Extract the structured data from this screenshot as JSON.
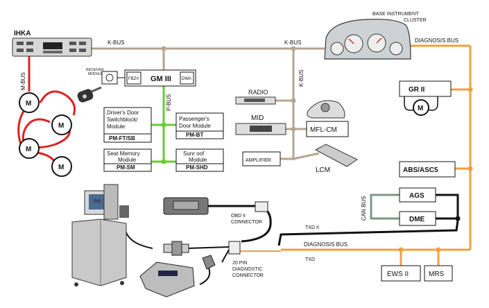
{
  "colors": {
    "kbus": "#b5a58f",
    "diagnosis": "#f0a040",
    "pbus": "#66cc33",
    "mbus": "#dd2222",
    "can": "#77998a",
    "black": "#111111"
  },
  "labels": {
    "ihka": "IHKA",
    "kbus_left": "K-BUS",
    "kbus_mid": "K-BUS",
    "kbus_vertical": "K-BUS",
    "diagnosis_bus_top": "DIAGNOSIS BUS",
    "diagnosis_bus_bottom": "DIAGNOSIS  BUS",
    "cluster_line1": "BASE  INSTRUMENT",
    "cluster_line2": "CLUSTER",
    "mbus": "M-BUS",
    "pbus": "P-BUS",
    "can_bus": "CAN BUS",
    "receiver_line1": "RECEIVER",
    "receiver_line2": "MODULE",
    "fbzv": "FBZV",
    "gm": "GM III",
    "dwa": "DWA",
    "radio": "RADIO",
    "mid": "MID",
    "mfl": "MFL-CM",
    "amplifier": "AMPLIFIER",
    "lcm": "LCM",
    "gr": "GR II",
    "abs": "ABS/ASC5",
    "ags": "AGS",
    "dme": "DME",
    "ews": "EWS  II",
    "mrs": "MRS",
    "motor": "M",
    "dis_screen": "DIS",
    "obd_line1": "OBD II",
    "obd_line2": "CONNECTOR",
    "pin20_line1": "20 PIN",
    "pin20_line2": "DIAGNOSTIC",
    "pin20_line3": "CONNECTOR",
    "txd2": "TXD  II",
    "txd": "TXD",
    "modules": {
      "driver_door": [
        "Driver's Door",
        "Switchblock/",
        "Module",
        "PM-FT/SB"
      ],
      "passenger_door": [
        "Passenger's",
        "Door Module",
        "PM-BT"
      ],
      "seat_memory": [
        "Seat Memory",
        "Module",
        "PM-SM"
      ],
      "sunroof": [
        "Sunr oof",
        "Module",
        "PM-SHD"
      ]
    }
  }
}
